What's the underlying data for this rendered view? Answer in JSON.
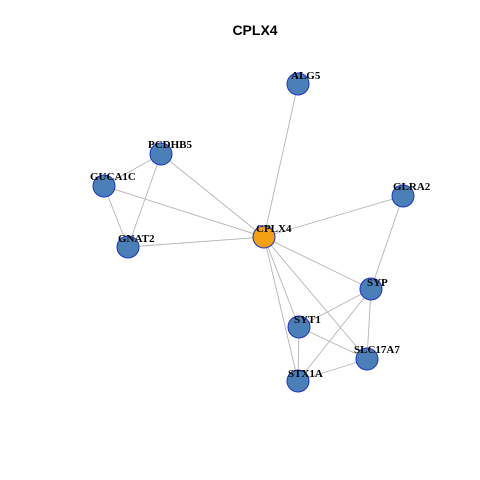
{
  "title": "CPLX4",
  "colors": {
    "center_fill": "#f5a011",
    "node_fill": "#4a7fb7",
    "node_stroke": "#1c33c8",
    "edge": "#b4b4b4"
  },
  "nodes": [
    {
      "id": "CPLX4",
      "label": "CPLX4",
      "center": true
    },
    {
      "id": "ALG5",
      "label": "ALG5"
    },
    {
      "id": "PCDHB5",
      "label": "PCDHB5"
    },
    {
      "id": "GUCA1C",
      "label": "GUCA1C"
    },
    {
      "id": "GNAT2",
      "label": "GNAT2"
    },
    {
      "id": "GLRA2",
      "label": "GLRA2"
    },
    {
      "id": "SYP",
      "label": "SYP"
    },
    {
      "id": "SYT1",
      "label": "SYT1"
    },
    {
      "id": "SLC17A7",
      "label": "SLC17A7"
    },
    {
      "id": "STX1A",
      "label": "STX1A"
    }
  ],
  "edges": [
    [
      "CPLX4",
      "ALG5"
    ],
    [
      "CPLX4",
      "PCDHB5"
    ],
    [
      "CPLX4",
      "GUCA1C"
    ],
    [
      "CPLX4",
      "GNAT2"
    ],
    [
      "CPLX4",
      "GLRA2"
    ],
    [
      "CPLX4",
      "SYP"
    ],
    [
      "CPLX4",
      "SYT1"
    ],
    [
      "CPLX4",
      "SLC17A7"
    ],
    [
      "CPLX4",
      "STX1A"
    ],
    [
      "PCDHB5",
      "GUCA1C"
    ],
    [
      "PCDHB5",
      "GNAT2"
    ],
    [
      "GUCA1C",
      "GNAT2"
    ],
    [
      "GLRA2",
      "SYP"
    ],
    [
      "SYP",
      "SYT1"
    ],
    [
      "SYP",
      "SLC17A7"
    ],
    [
      "SYP",
      "STX1A"
    ],
    [
      "SYT1",
      "SLC17A7"
    ],
    [
      "SYT1",
      "STX1A"
    ],
    [
      "SLC17A7",
      "STX1A"
    ]
  ]
}
